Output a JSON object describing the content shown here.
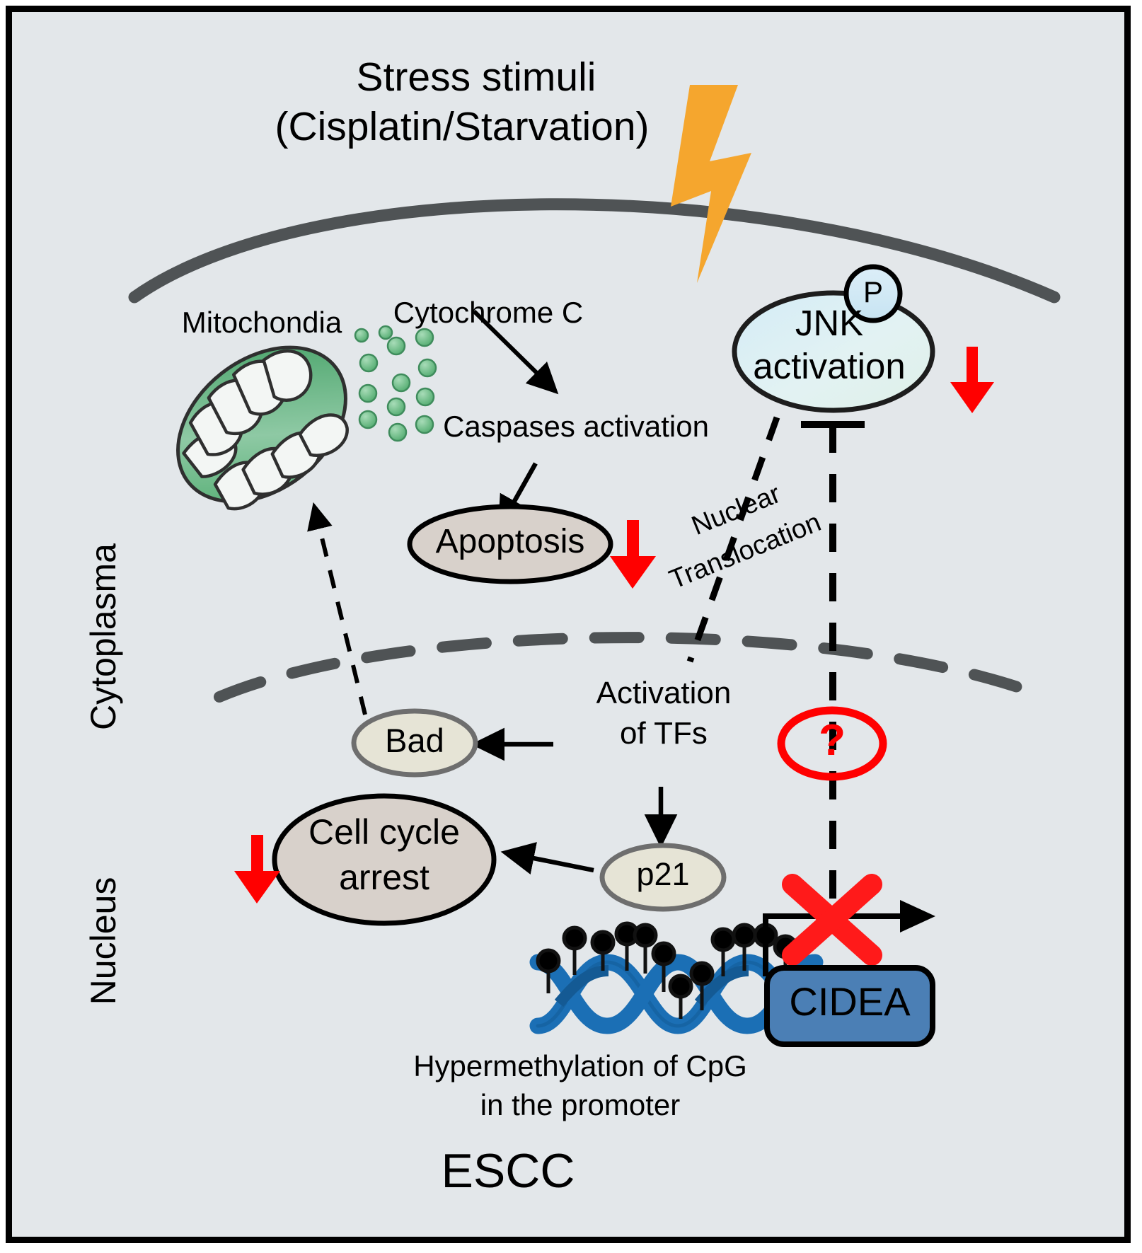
{
  "figure": {
    "title": "CIDEA hypermethylation / JNK pathway in ESCC",
    "bottom_label": "ESCC",
    "background_color": "#e3e7ea",
    "border_color": "#000000"
  },
  "stimulus": {
    "line1": "Stress stimuli",
    "line2": "(Cisplatin/Starvation)",
    "bolt_color": "#F5A62E"
  },
  "compartments": {
    "cytoplasm_label": "Cytoplasma",
    "nucleus_label": "Nucleus",
    "membrane_color": "#4f5355",
    "nuclear_envelope_color": "#4f5355"
  },
  "organelles": {
    "mitochondria_label": "Mitochondia",
    "mitochondria_color": "#5cae78",
    "cytochrome_label": "Cytochrome C",
    "cytochrome_dot_color": "#63b87f"
  },
  "nodes": {
    "caspases": "Caspases activation",
    "apoptosis": "Apoptosis",
    "jnk_line1": "JNK",
    "jnk_line2": "activation",
    "phospho_badge": "P",
    "nuclear_translocation_line1": "Nuclear",
    "nuclear_translocation_line2": "Translocation",
    "bad": "Bad",
    "tfs_line1": "Activation",
    "tfs_line2": "of TFs",
    "p21": "p21",
    "cellcycle_line1": "Cell cycle",
    "cellcycle_line2": "arrest",
    "question": "?",
    "cidea": "CIDEA",
    "methylation_line1": "Hypermethylation of CpG",
    "methylation_line2": "in the promoter"
  },
  "colors": {
    "down_arrow_red": "#FF0000",
    "question_red": "#FF0000",
    "cross_red": "#FF1A1A",
    "cidea_fill": "#4B7FB5",
    "dna_blue": "#1B6FB5",
    "dna_blue_dark": "#145A94",
    "apoptosis_fill": "#d8d1cb",
    "bad_fill": "#e6e4d6",
    "p21_fill": "#e6e4d6",
    "cellcycle_fill": "#d8d1cb",
    "jnk_fill": "#d9eef1"
  },
  "annotations": {
    "down_arrows": [
      "jnk-decrease",
      "apoptosis-decrease",
      "cell-cycle-arrest-decrease"
    ],
    "blocked_transcription": "red-X-over-CIDEA-transcription-arrow"
  }
}
